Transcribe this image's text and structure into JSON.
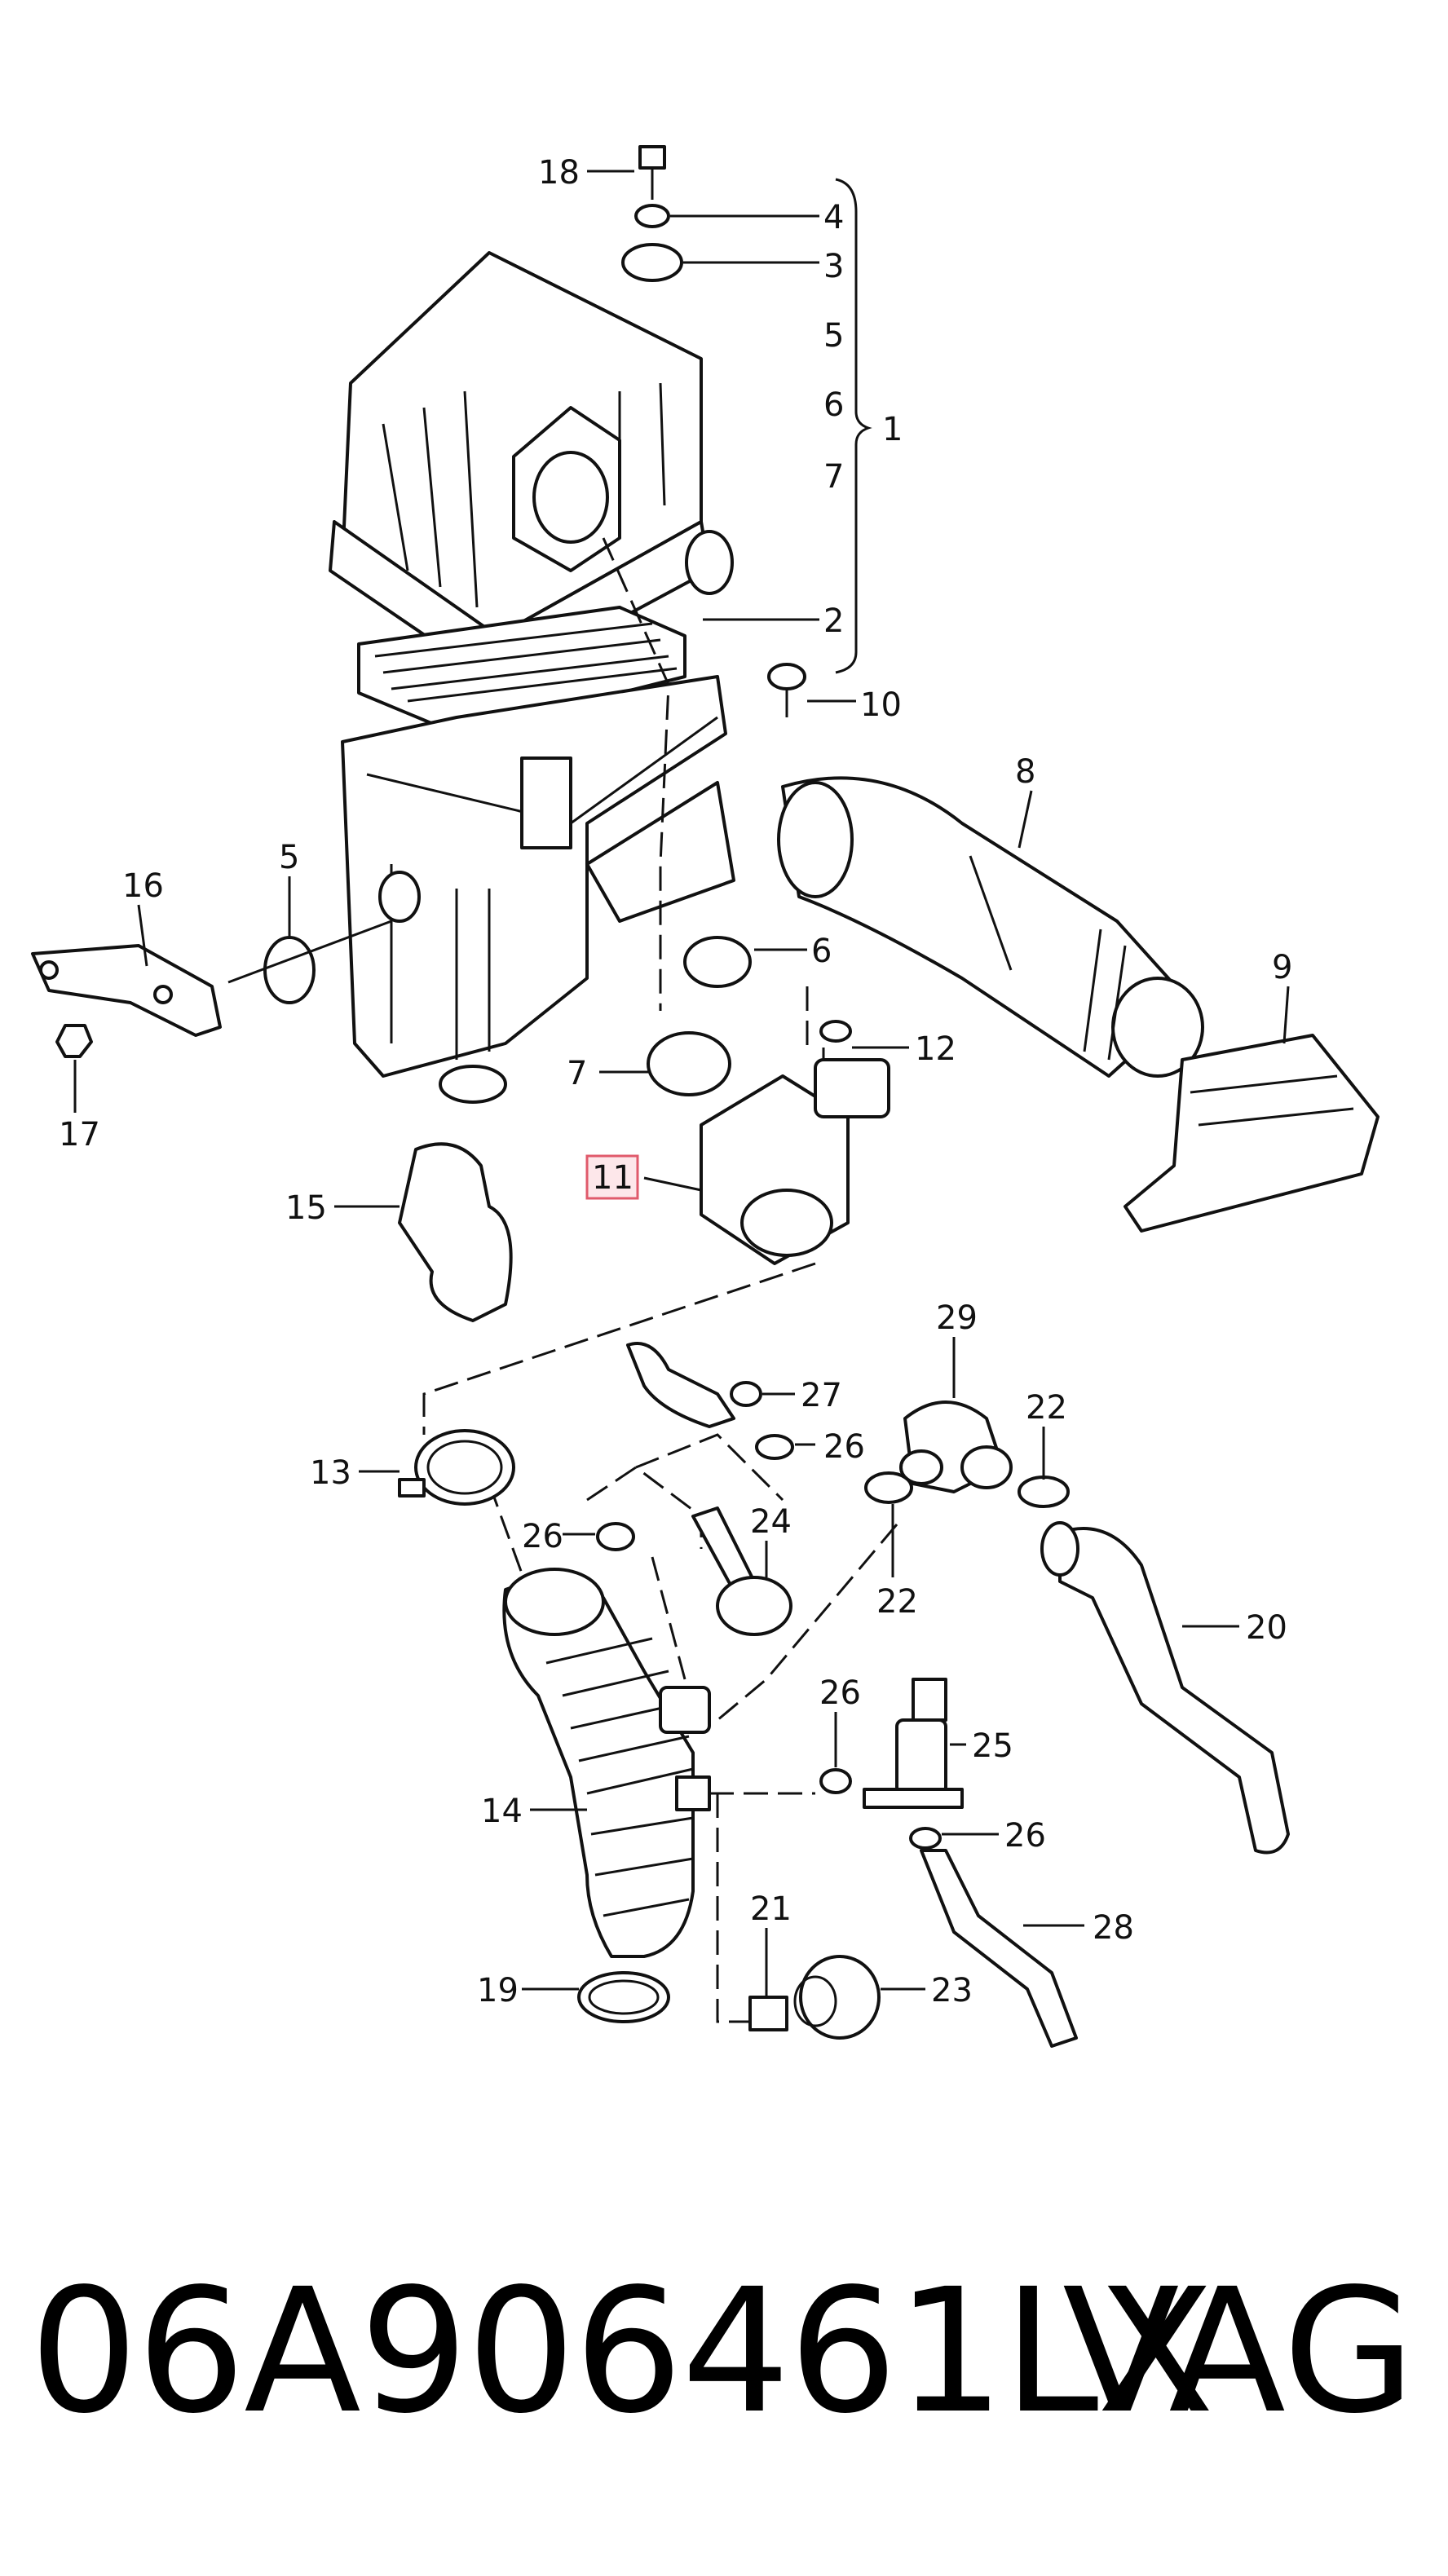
{
  "diagram": {
    "callouts": [
      {
        "id": "c18",
        "text": "18"
      },
      {
        "id": "c4",
        "text": "4"
      },
      {
        "id": "c3",
        "text": "3"
      },
      {
        "id": "c5a",
        "text": "5"
      },
      {
        "id": "c6a",
        "text": "6"
      },
      {
        "id": "c7a",
        "text": "7"
      },
      {
        "id": "c1",
        "text": "1"
      },
      {
        "id": "c2",
        "text": "2"
      },
      {
        "id": "c10",
        "text": "10"
      },
      {
        "id": "c8",
        "text": "8"
      },
      {
        "id": "c16",
        "text": "16"
      },
      {
        "id": "c5b",
        "text": "5"
      },
      {
        "id": "c6b",
        "text": "6"
      },
      {
        "id": "c9",
        "text": "9"
      },
      {
        "id": "c12",
        "text": "12"
      },
      {
        "id": "c7b",
        "text": "7"
      },
      {
        "id": "c17",
        "text": "17"
      },
      {
        "id": "c11",
        "text": "11"
      },
      {
        "id": "c15",
        "text": "15"
      },
      {
        "id": "c29",
        "text": "29"
      },
      {
        "id": "c27",
        "text": "27"
      },
      {
        "id": "c22a",
        "text": "22"
      },
      {
        "id": "c26a",
        "text": "26"
      },
      {
        "id": "c13",
        "text": "13"
      },
      {
        "id": "c26b",
        "text": "26"
      },
      {
        "id": "c24",
        "text": "24"
      },
      {
        "id": "c22b",
        "text": "22"
      },
      {
        "id": "c20",
        "text": "20"
      },
      {
        "id": "c26c",
        "text": "26"
      },
      {
        "id": "c25",
        "text": "25"
      },
      {
        "id": "c14",
        "text": "14"
      },
      {
        "id": "c26d",
        "text": "26"
      },
      {
        "id": "c21",
        "text": "21"
      },
      {
        "id": "c28",
        "text": "28"
      },
      {
        "id": "c19",
        "text": "19"
      },
      {
        "id": "c23",
        "text": "23"
      }
    ],
    "highlighted_callout": "11",
    "highlight_color": "#e05a6b"
  },
  "footer": {
    "part_number": "06A906461LX",
    "brand": "VAG"
  }
}
